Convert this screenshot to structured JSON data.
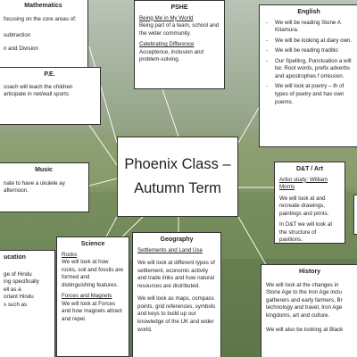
{
  "center": {
    "line1": "Phoenix Class –",
    "line2": "Autumn Term"
  },
  "maths": {
    "title": "Mathematics",
    "lines": [
      "focusing on the core areas of:",
      "",
      "subtraction",
      "n and Division"
    ]
  },
  "pshe": {
    "title": "PSHE",
    "sub1": "Being Me in My World",
    "text1": "Being part of a team, school and the wider community.",
    "sub2": "Celebrating Difference",
    "text2": "Acceptence, inclusion and problem-solving."
  },
  "english": {
    "title": "English",
    "items": [
      "We will be reading Stone A Kitamura.",
      "We will be looking at diary own.",
      "We will be reading traditio",
      "Our Spelling, Punctuation a will be: Root words, prefix adverbs and apostrophes f omission.",
      "We will look at poetry – th of types of poetry and hav own poems."
    ]
  },
  "pe": {
    "title": "P.E.",
    "text": "coach will teach the children articipate in net/wall sports"
  },
  "music": {
    "title": "Music",
    "text": "nate to have a ukulele ay afternoon."
  },
  "dt": {
    "title": "D&T / Art",
    "sub": "Artist study: William Morris",
    "text1": "We will look at and recreate drawings, paintings and prints.",
    "text2": "In D&T we will look at the structure of pavilions."
  },
  "re": {
    "title": "ucation",
    "lines": [
      "",
      "ge of Hindu",
      "ing specifically",
      "ell as a",
      "ortant Hindu",
      "s such as"
    ]
  },
  "science": {
    "title": "Science",
    "sub1": "Rocks",
    "text1": "We will look at how rocks, soil and fossils are formed and distinguishing features.",
    "sub2": "Forces and Magnets",
    "text2": "We will look at Forces and how magnets attract and repel."
  },
  "geography": {
    "title": "Geography",
    "sub": "Settlements and Land Use",
    "text1": "We will look at different types of settlement, economic activity and trade links and how natural resources are distributed.",
    "text2": "We will look as maps, compass points, grid references, symbols and keys to build up our knowledge of the UK and wider world."
  },
  "history": {
    "title": "History",
    "text1": "We will look at the changes in Stone Age to the Iron Age inclu gatherers and early farmers, Br technology and travel, Iron Age kingdoms, art and culture.",
    "text2": "We will also be looking at Black"
  }
}
